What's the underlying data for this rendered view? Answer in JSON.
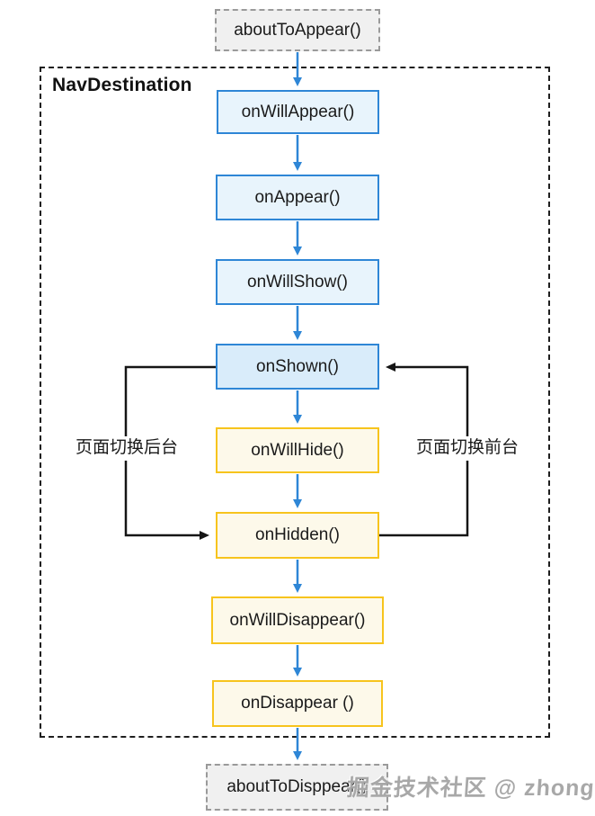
{
  "diagram": {
    "container_label": "NavDestination",
    "watermark": "掘金技术社区 @ zhongzx",
    "colors": {
      "blue_border": "#2e86d6",
      "blue_fill": "#e8f4fc",
      "blue_fill_active": "#d9ecfa",
      "yellow_border": "#f7c41d",
      "yellow_fill": "#fdf9ea",
      "gray_fill": "#f0f0f0",
      "gray_border": "#9a9a9a",
      "arrow_blue": "#2e86d6",
      "arrow_black": "#151515"
    },
    "nodes": [
      {
        "id": "aboutToAppear",
        "label": "aboutToAppear()",
        "style": "gray"
      },
      {
        "id": "onWillAppear",
        "label": "onWillAppear()",
        "style": "blue"
      },
      {
        "id": "onAppear",
        "label": "onAppear()",
        "style": "blue"
      },
      {
        "id": "onWillShow",
        "label": "onWillShow()",
        "style": "blue"
      },
      {
        "id": "onShown",
        "label": "onShown()",
        "style": "blue-active"
      },
      {
        "id": "onWillHide",
        "label": "onWillHide()",
        "style": "yellow"
      },
      {
        "id": "onHidden",
        "label": "onHidden()",
        "style": "yellow"
      },
      {
        "id": "onWillDisappear",
        "label": "onWillDisappear()",
        "style": "yellow"
      },
      {
        "id": "onDisappear",
        "label": "onDisappear ()",
        "style": "yellow"
      },
      {
        "id": "aboutToDisppear",
        "label": "aboutToDisppear()",
        "style": "gray"
      }
    ],
    "flow": [
      "aboutToAppear -> onWillAppear",
      "onWillAppear -> onAppear",
      "onAppear -> onWillShow",
      "onWillShow -> onShown",
      "onShown -> onWillHide",
      "onWillHide -> onHidden",
      "onHidden -> onWillDisappear",
      "onWillDisappear -> onDisappear",
      "onDisappear -> aboutToDisppear"
    ],
    "edge_labels": {
      "to_background": "页面切换后台",
      "to_foreground": "页面切换前台"
    },
    "loops": [
      {
        "from": "onShown",
        "to": "onHidden",
        "label": "页面切换后台",
        "side": "left"
      },
      {
        "from": "onHidden",
        "to": "onShown",
        "label": "页面切换前台",
        "side": "right"
      }
    ]
  }
}
